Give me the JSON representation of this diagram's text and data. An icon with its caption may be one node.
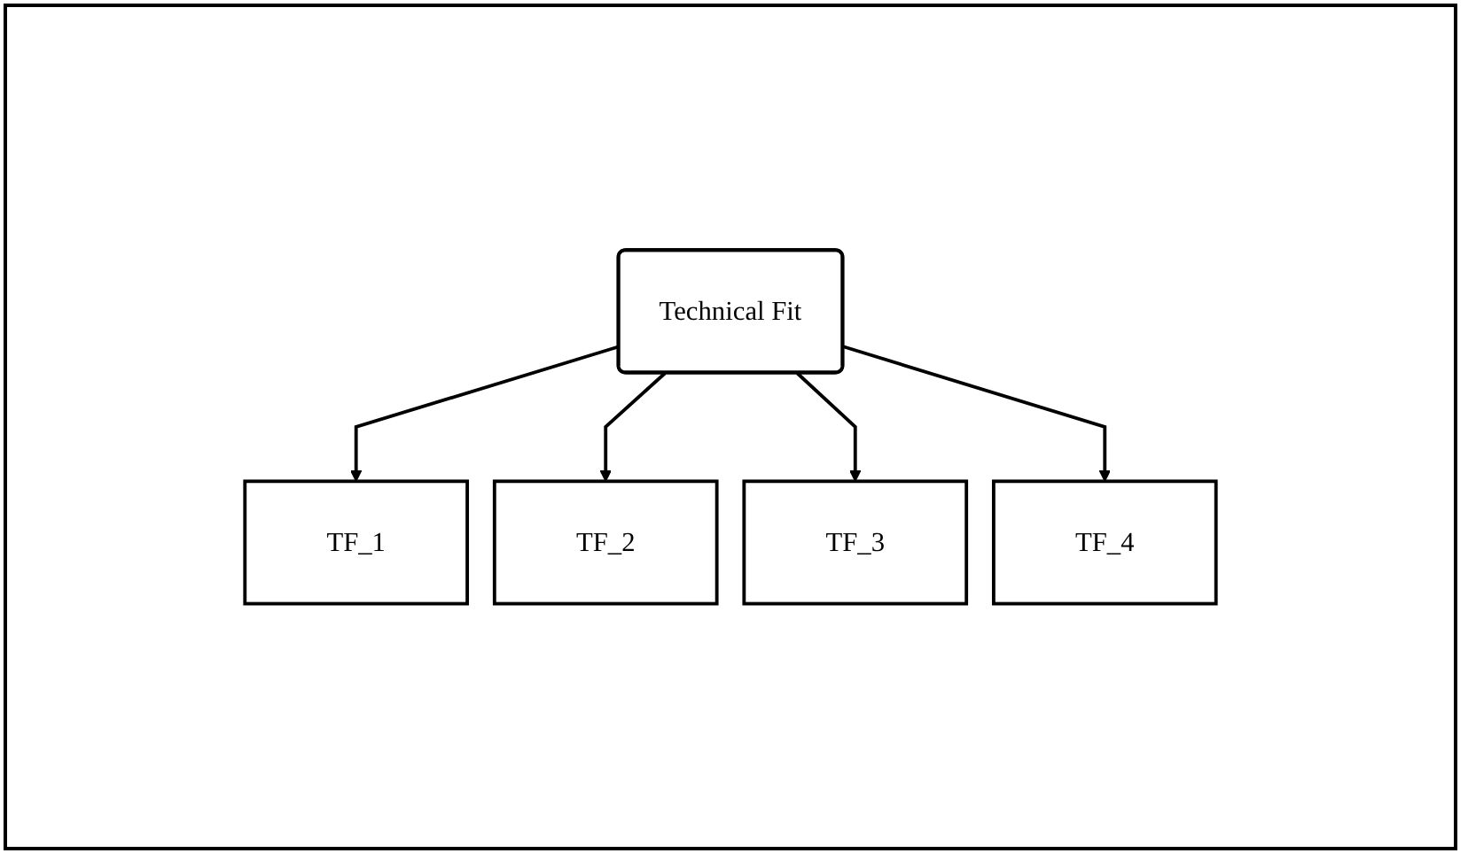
{
  "diagram": {
    "nodes": [
      {
        "text": [
          "Technical Fit"
        ]
      },
      {
        "text": [
          "TF_1"
        ]
      },
      {
        "text": [
          "TF_2"
        ]
      },
      {
        "text": [
          "TF_3"
        ]
      },
      {
        "text": [
          "TF_4"
        ]
      }
    ],
    "edges": [
      {
        "from": 0,
        "to": 1,
        "arrow": "to"
      },
      {
        "from": 0,
        "to": 2,
        "arrow": "to"
      },
      {
        "from": 0,
        "to": 3,
        "arrow": "to"
      },
      {
        "from": 0,
        "to": 4,
        "arrow": "to"
      }
    ]
  }
}
